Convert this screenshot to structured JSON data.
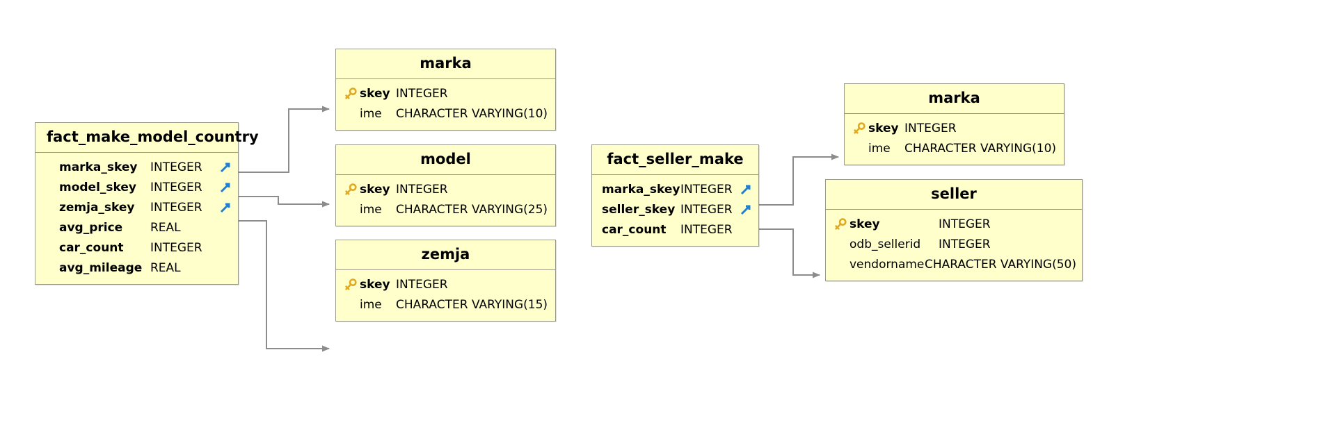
{
  "diagram": {
    "kind": "database-er-diagram",
    "background_color": "#ffffff",
    "entity_fill": "#ffffcc",
    "entity_border": "#9a9a8a",
    "connector_color": "#8c8c8c",
    "pk_icon_color": "#e8b830",
    "fk_icon_color": "#1f7fd0",
    "icons": {
      "pk": "key-icon",
      "fk": "fk-arrow-icon"
    }
  },
  "entities": [
    {
      "id": "fact_make_model_country",
      "name": "fact_make_model_country",
      "title_align": "left",
      "columns": [
        {
          "name": "marka_skey",
          "type": "INTEGER",
          "icon": "none",
          "fk": true,
          "pk": false
        },
        {
          "name": "model_skey",
          "type": "INTEGER",
          "icon": "none",
          "fk": true,
          "pk": false
        },
        {
          "name": "zemja_skey",
          "type": "INTEGER",
          "icon": "none",
          "fk": true,
          "pk": false
        },
        {
          "name": "avg_price",
          "type": "REAL",
          "icon": "none",
          "fk": false,
          "pk": false
        },
        {
          "name": "car_count",
          "type": "INTEGER",
          "icon": "none",
          "fk": false,
          "pk": false
        },
        {
          "name": "avg_mileage",
          "type": "REAL",
          "icon": "none",
          "fk": false,
          "pk": false
        }
      ]
    },
    {
      "id": "marka_left",
      "name": "marka",
      "title_align": "center",
      "columns": [
        {
          "name": "skey",
          "type": "INTEGER",
          "icon": "key",
          "fk": false,
          "pk": true
        },
        {
          "name": "ime",
          "type": "CHARACTER VARYING(10)",
          "icon": "none",
          "fk": false,
          "pk": false
        }
      ]
    },
    {
      "id": "model",
      "name": "model",
      "title_align": "center",
      "columns": [
        {
          "name": "skey",
          "type": "INTEGER",
          "icon": "key",
          "fk": false,
          "pk": true
        },
        {
          "name": "ime",
          "type": "CHARACTER VARYING(25)",
          "icon": "none",
          "fk": false,
          "pk": false
        }
      ]
    },
    {
      "id": "zemja",
      "name": "zemja",
      "title_align": "center",
      "columns": [
        {
          "name": "skey",
          "type": "INTEGER",
          "icon": "key",
          "fk": false,
          "pk": true
        },
        {
          "name": "ime",
          "type": "CHARACTER VARYING(15)",
          "icon": "none",
          "fk": false,
          "pk": false
        }
      ]
    },
    {
      "id": "fact_seller_make",
      "name": "fact_seller_make",
      "title_align": "center",
      "columns": [
        {
          "name": "marka_skey",
          "type": "INTEGER",
          "icon": "none",
          "fk": true,
          "pk": false
        },
        {
          "name": "seller_skey",
          "type": "INTEGER",
          "icon": "none",
          "fk": true,
          "pk": false
        },
        {
          "name": "car_count",
          "type": "INTEGER",
          "icon": "none",
          "fk": false,
          "pk": false
        }
      ]
    },
    {
      "id": "marka_right",
      "name": "marka",
      "title_align": "center",
      "columns": [
        {
          "name": "skey",
          "type": "INTEGER",
          "icon": "key",
          "fk": false,
          "pk": true
        },
        {
          "name": "ime",
          "type": "CHARACTER VARYING(10)",
          "icon": "none",
          "fk": false,
          "pk": false
        }
      ]
    },
    {
      "id": "seller",
      "name": "seller",
      "title_align": "center",
      "columns": [
        {
          "name": "skey",
          "type": "INTEGER",
          "icon": "key",
          "fk": false,
          "pk": true
        },
        {
          "name": "odb_sellerid",
          "type": "INTEGER",
          "icon": "none",
          "fk": false,
          "pk": false
        },
        {
          "name": "vendorname",
          "type": "CHARACTER VARYING(50)",
          "icon": "none",
          "fk": false,
          "pk": false
        }
      ]
    }
  ],
  "relationships": [
    {
      "from": "fact_make_model_country.marka_skey",
      "to": "marka_left.skey"
    },
    {
      "from": "fact_make_model_country.model_skey",
      "to": "model.skey"
    },
    {
      "from": "fact_make_model_country.zemja_skey",
      "to": "zemja.skey"
    },
    {
      "from": "fact_seller_make.marka_skey",
      "to": "marka_right.skey"
    },
    {
      "from": "fact_seller_make.seller_skey",
      "to": "seller.skey"
    }
  ]
}
